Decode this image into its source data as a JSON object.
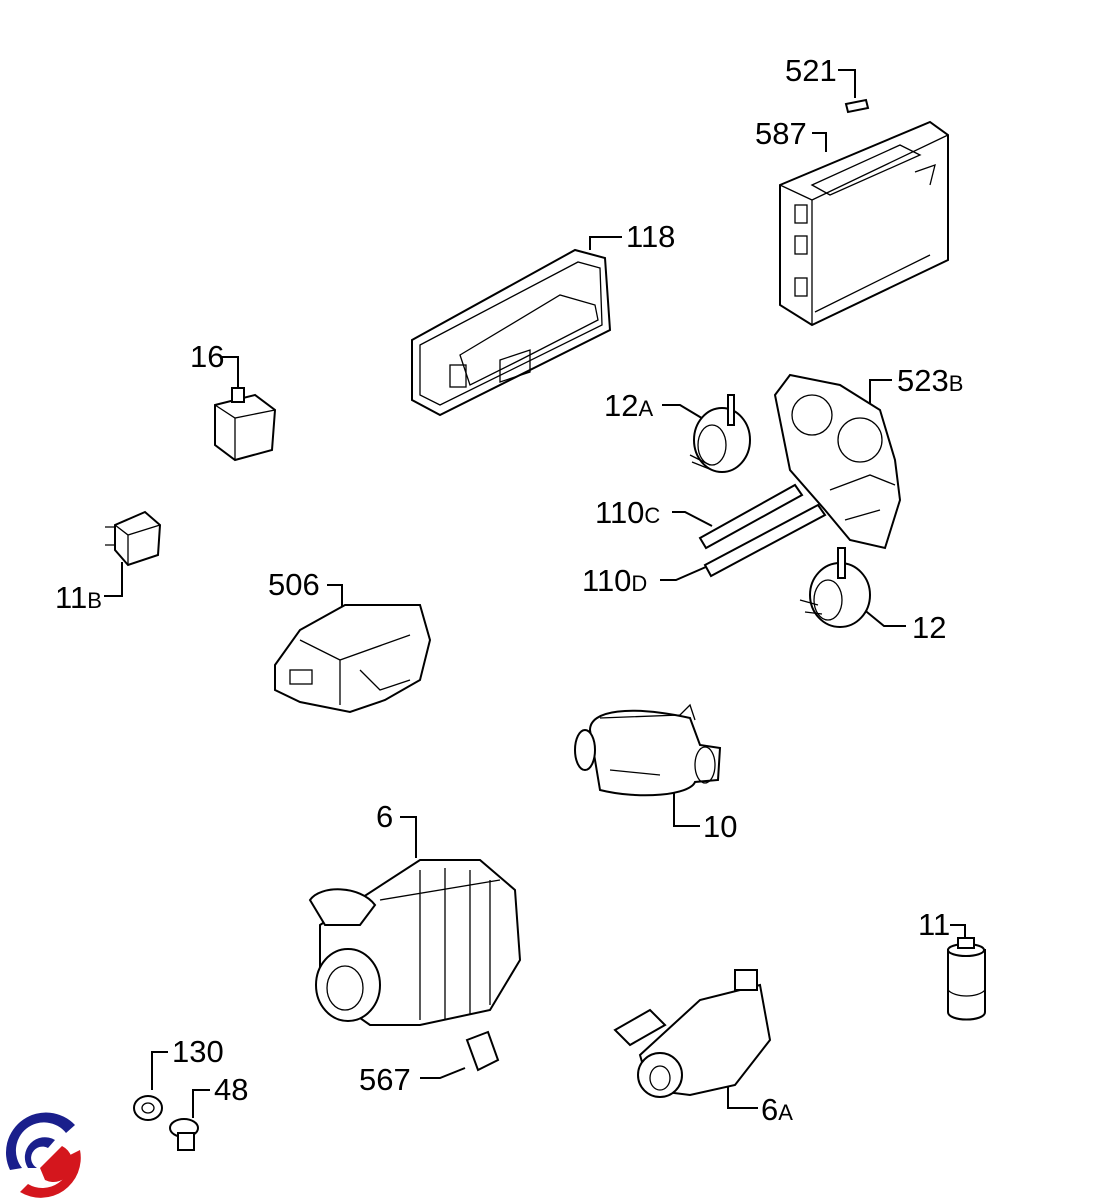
{
  "title": "Dishwasher electrical parts exploded diagram",
  "labels": [
    {
      "id": "521",
      "num": "521",
      "suffix": ""
    },
    {
      "id": "587",
      "num": "587",
      "suffix": ""
    },
    {
      "id": "118",
      "num": "118",
      "suffix": ""
    },
    {
      "id": "16",
      "num": "16",
      "suffix": ""
    },
    {
      "id": "12A",
      "num": "12",
      "suffix": "A"
    },
    {
      "id": "523B",
      "num": "523",
      "suffix": "B"
    },
    {
      "id": "11B",
      "num": "11",
      "suffix": "B"
    },
    {
      "id": "110C",
      "num": "110",
      "suffix": "C"
    },
    {
      "id": "110D",
      "num": "110",
      "suffix": "D"
    },
    {
      "id": "12",
      "num": "12",
      "suffix": ""
    },
    {
      "id": "506",
      "num": "506",
      "suffix": ""
    },
    {
      "id": "10",
      "num": "10",
      "suffix": ""
    },
    {
      "id": "6",
      "num": "6",
      "suffix": ""
    },
    {
      "id": "11",
      "num": "11",
      "suffix": ""
    },
    {
      "id": "130",
      "num": "130",
      "suffix": ""
    },
    {
      "id": "48",
      "num": "48",
      "suffix": ""
    },
    {
      "id": "567",
      "num": "567",
      "suffix": ""
    },
    {
      "id": "6A",
      "num": "6",
      "suffix": "A"
    }
  ],
  "logo": {
    "name": "brand-logo",
    "colors": [
      "#1a1f8c",
      "#d4161d"
    ]
  }
}
